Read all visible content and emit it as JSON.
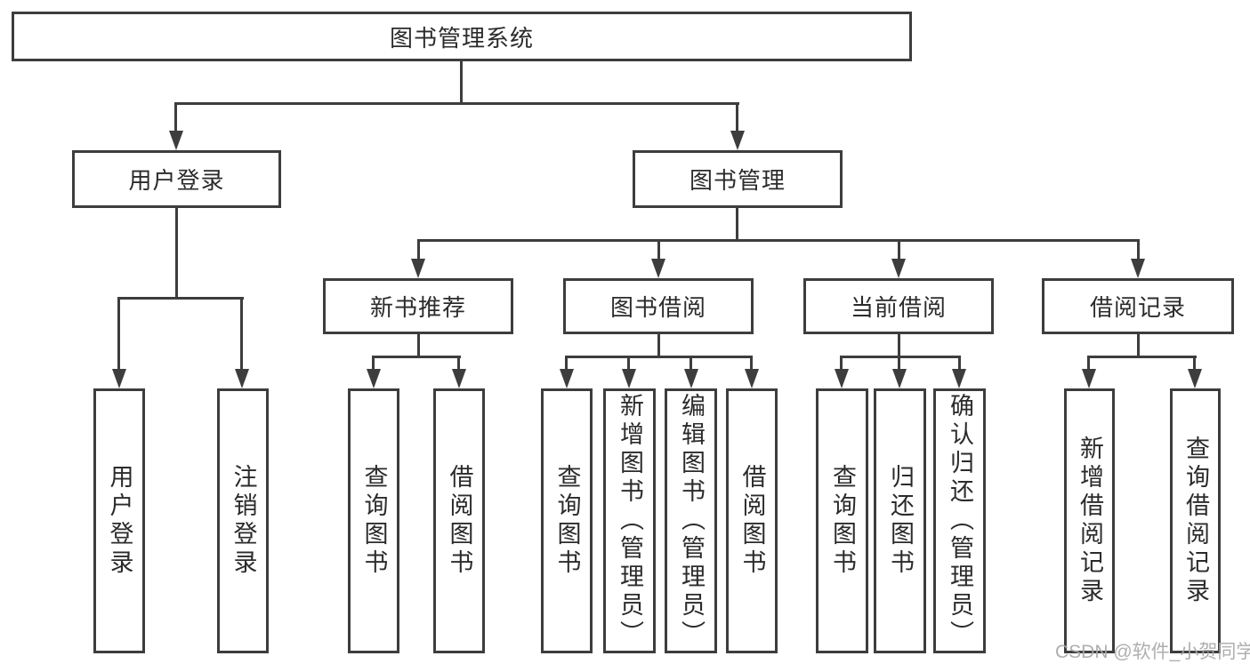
{
  "diagram": {
    "root": {
      "label": "图书管理系统"
    },
    "level1": [
      {
        "label": "用户登录"
      },
      {
        "label": "图书管理"
      }
    ],
    "level2": [
      {
        "label": "新书推荐",
        "parent": "图书管理"
      },
      {
        "label": "图书借阅",
        "parent": "图书管理"
      },
      {
        "label": "当前借阅",
        "parent": "图书管理"
      },
      {
        "label": "借阅记录",
        "parent": "图书管理"
      }
    ],
    "leaves": [
      {
        "label": "用户登录",
        "parent": "用户登录"
      },
      {
        "label": "注销登录",
        "parent": "用户登录"
      },
      {
        "label": "查询图书",
        "parent": "新书推荐"
      },
      {
        "label": "借阅图书",
        "parent": "新书推荐"
      },
      {
        "label": "查询图书",
        "parent": "图书借阅"
      },
      {
        "label": "新增图书（管理员）",
        "parent": "图书借阅"
      },
      {
        "label": "编辑图书（管理员）",
        "parent": "图书借阅"
      },
      {
        "label": "借阅图书",
        "parent": "图书借阅"
      },
      {
        "label": "查询图书",
        "parent": "当前借阅"
      },
      {
        "label": "归还图书",
        "parent": "当前借阅"
      },
      {
        "label": "确认归还（管理员）",
        "parent": "当前借阅"
      },
      {
        "label": "新增借阅记录",
        "parent": "借阅记录"
      },
      {
        "label": "查询借阅记录",
        "parent": "借阅记录"
      }
    ],
    "watermark": "CSDN @软件_小贺同学",
    "colors": {
      "line": "#3d3d3d",
      "text": "#2b2b2b",
      "background": "#ffffff",
      "watermark": "#a8a8a8"
    }
  }
}
